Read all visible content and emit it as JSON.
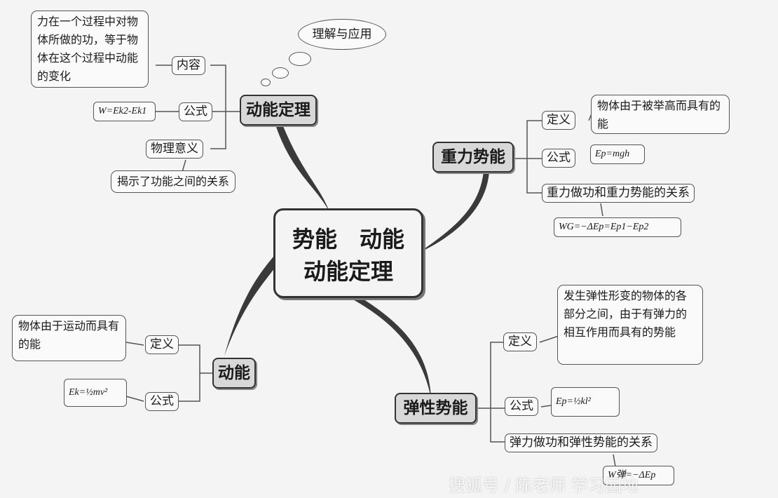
{
  "center": {
    "line1": "势能　动能",
    "line2": "动能定理"
  },
  "cloud": "理解与应用",
  "kinetic_theorem": {
    "title": "动能定理",
    "content_label": "内容",
    "content_text": "力在一个过程中对物体所做的功，等于物体在这个过程中动能的变化",
    "formula_label": "公式",
    "formula": "W=Ek2-Ek1",
    "meaning_label": "物理意义",
    "meaning_text": "揭示了功能之间的关系"
  },
  "gravity_pe": {
    "title": "重力势能",
    "def_label": "定义",
    "def_text": "物体由于被举高而具有的能",
    "formula_label": "公式",
    "formula": "Ep=mgh",
    "relation_label": "重力做功和重力势能的关系",
    "relation_formula": "WG=−ΔEp=Ep1−Ep2"
  },
  "kinetic_energy": {
    "title": "动能",
    "def_label": "定义",
    "def_text": "物体由于运动而具有的能",
    "formula_label": "公式",
    "formula": "Ek=½mv²"
  },
  "elastic_pe": {
    "title": "弹性势能",
    "def_label": "定义",
    "def_text": "发生弹性形变的物体的各部分之间，由于有弹力的相互作用而具有的势能",
    "formula_label": "公式",
    "formula": "Ep=½kl²",
    "relation_label": "弹力做功和弹性势能的关系",
    "relation_formula": "W弹=−ΔEp"
  },
  "watermark": "搜狐号 / 陈老师 学习园地"
}
